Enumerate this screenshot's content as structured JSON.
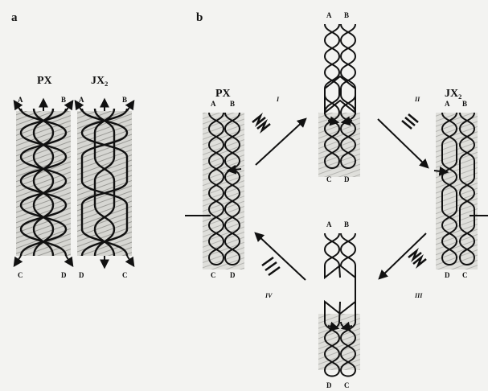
{
  "panel_a": {
    "label": "a",
    "px": {
      "title": "PX",
      "top": [
        "A",
        "B"
      ],
      "bottom": [
        "C",
        "D"
      ]
    },
    "jx": {
      "title": "JX₂",
      "top": [
        "A",
        "B"
      ],
      "bottom": [
        "D",
        "C"
      ]
    }
  },
  "panel_b": {
    "label": "b",
    "px": {
      "title": "PX",
      "top": [
        "A",
        "B"
      ],
      "bottom": [
        "C",
        "D"
      ]
    },
    "jx": {
      "title": "JX₂",
      "top": [
        "A",
        "B"
      ],
      "bottom": [
        "D",
        "C"
      ]
    },
    "top_intermediate": {
      "top": [
        "A",
        "B"
      ],
      "bottom": [
        "C",
        "D"
      ]
    },
    "bottom_intermediate": {
      "top": [
        "A",
        "B"
      ],
      "bottom": [
        "D",
        "C"
      ]
    },
    "steps": [
      "I",
      "II",
      "III",
      "IV"
    ]
  },
  "colors": {
    "background": "#f3f3f1",
    "strand": "#111111",
    "shade": "#cfcfcb"
  }
}
